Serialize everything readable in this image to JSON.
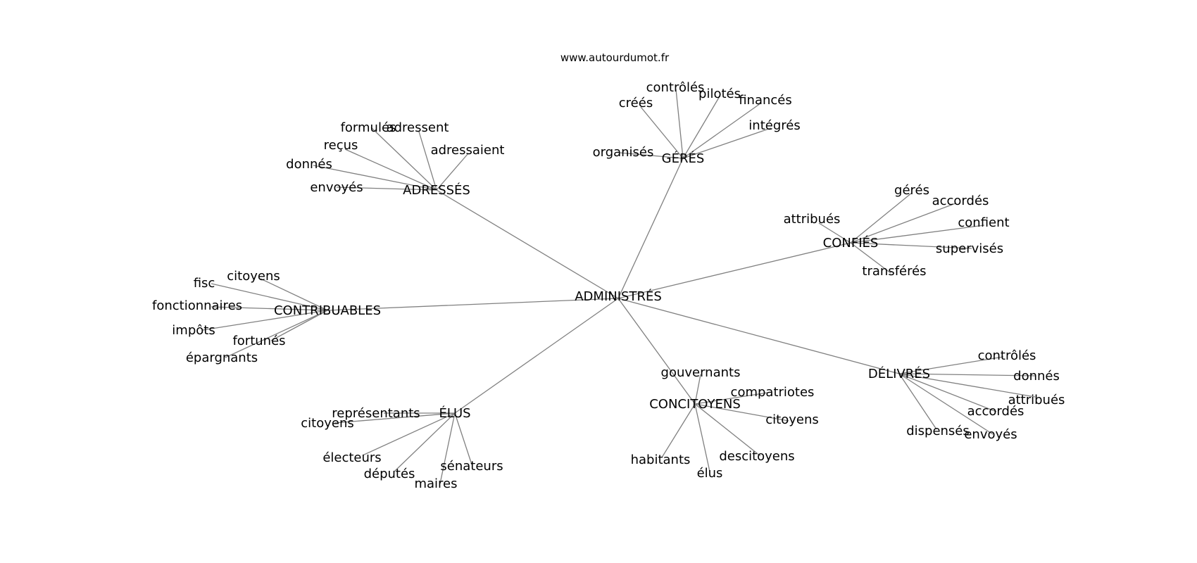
{
  "watermark": "www.autourdumot.fr",
  "colors": {
    "edge": "#808080",
    "text": "#000000",
    "background": "#ffffff"
  },
  "root": "ADMINISTRÉS",
  "clusters": [
    {
      "hub": "ADRESSÉS",
      "words": [
        "formulés",
        "adressent",
        "adressaient",
        "reçus",
        "donnés",
        "envoyés"
      ]
    },
    {
      "hub": "GÉRÉS",
      "words": [
        "contrôlés",
        "créés",
        "pilotés",
        "financés",
        "intégrés",
        "organisés"
      ]
    },
    {
      "hub": "CONFIÉS",
      "words": [
        "gérés",
        "accordés",
        "attribués",
        "confient",
        "supervisés",
        "transférés"
      ]
    },
    {
      "hub": "CONTRIBUABLES",
      "words": [
        "citoyens",
        "fisc",
        "fonctionnaires",
        "impôts",
        "fortunés",
        "épargnants"
      ]
    },
    {
      "hub": "DÉLIVRÉS",
      "words": [
        "contrôlés",
        "donnés",
        "attribués",
        "accordés",
        "envoyés",
        "dispensés"
      ]
    },
    {
      "hub": "CONCITOYENS",
      "words": [
        "gouvernants",
        "compatriotes",
        "citoyens",
        "descitoyens",
        "élus",
        "habitants"
      ]
    },
    {
      "hub": "ÉLUS",
      "words": [
        "représentants",
        "citoyens",
        "électeurs",
        "députés",
        "maires",
        "sénateurs"
      ]
    }
  ]
}
